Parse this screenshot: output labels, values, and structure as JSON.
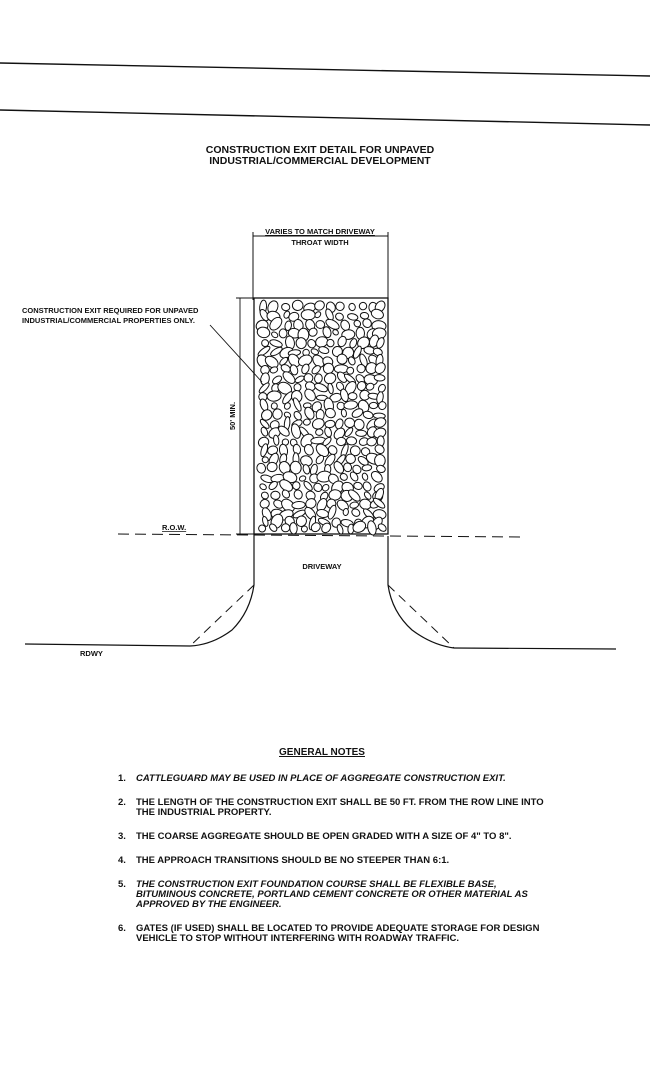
{
  "title": {
    "line1": "CONSTRUCTION EXIT DETAIL FOR UNPAVED",
    "line2": "INDUSTRIAL/COMMERCIAL DEVELOPMENT"
  },
  "labels": {
    "width_line1": "VARIES TO MATCH DRIVEWAY",
    "width_line2": "THROAT WIDTH",
    "callout_line1": "CONSTRUCTION EXIT REQUIRED FOR UNPAVED",
    "callout_line2": "INDUSTRIAL/COMMERCIAL PROPERTIES ONLY.",
    "length": "50' MIN.",
    "row": "R.O.W.",
    "driveway": "DRIVEWAY",
    "roadway": "RDWY"
  },
  "general_notes": {
    "heading": "GENERAL NOTES",
    "items": [
      {
        "num": "1.",
        "text": "CATTLEGUARD MAY BE USED IN PLACE OF AGGREGATE CONSTRUCTION EXIT."
      },
      {
        "num": "2.",
        "text": "THE LENGTH OF THE CONSTRUCTION EXIT SHALL BE 50 FT. FROM THE ROW LINE INTO THE INDUSTRIAL PROPERTY."
      },
      {
        "num": "3.",
        "text": "THE COARSE AGGREGATE SHOULD BE OPEN GRADED WITH A SIZE OF 4\" TO 8\"."
      },
      {
        "num": "4.",
        "text": "THE APPROACH TRANSITIONS SHOULD BE NO STEEPER THAN 6:1."
      },
      {
        "num": "5.",
        "text": "THE CONSTRUCTION EXIT FOUNDATION COURSE SHALL BE FLEXIBLE BASE, BITUMINOUS CONCRETE, PORTLAND CEMENT CONCRETE OR OTHER MATERIAL AS APPROVED BY THE ENGINEER."
      },
      {
        "num": "6.",
        "text": "GATES (IF USED) SHALL BE LOCATED TO PROVIDE ADEQUATE STORAGE FOR DESIGN VEHICLE TO STOP WITHOUT INTERFERING WITH ROADWAY TRAFFIC."
      }
    ]
  }
}
